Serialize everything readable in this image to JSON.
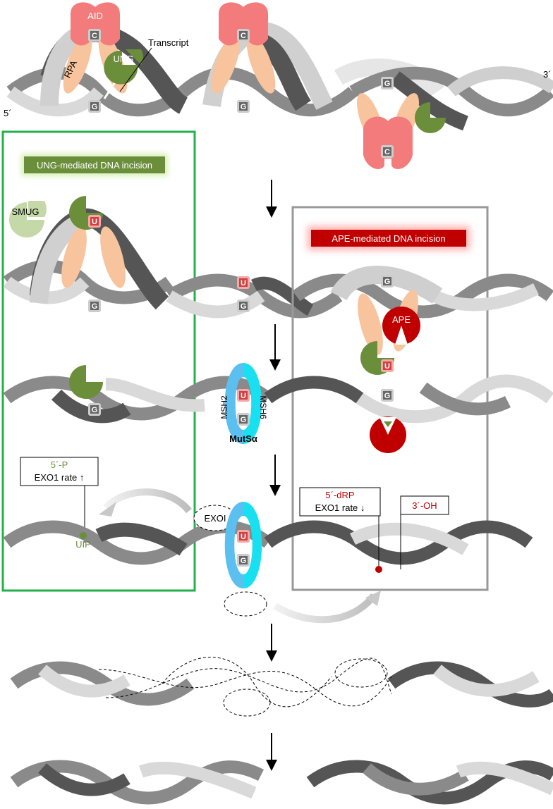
{
  "labels": {
    "aid": "AID",
    "rpa": "RPA",
    "ung": "UNG",
    "transcript": "Transcript",
    "five_prime": "5´",
    "three_prime": "3´",
    "smug": "SMUG",
    "ape": "APE",
    "msh2": "MSH2",
    "msh6": "MSH6",
    "mutsa": "MutSα",
    "exo": "EXOI",
    "uip": "UIP"
  },
  "bases": {
    "c": "C",
    "g": "G",
    "u": "U"
  },
  "boxes": {
    "ung_title": "UNG-mediated DNA incision",
    "ape_title": "APE-mediated DNA incision"
  },
  "callouts": {
    "left_line1": "5´-P",
    "left_line2": "EXO1 rate ↑",
    "right_line1": "5´-dRP",
    "right_line2": "EXO1 rate ↓",
    "oh": "3´-OH"
  },
  "colors": {
    "aid": "#f47b7b",
    "rpa": "#f8c49e",
    "ung": "#6b8e3a",
    "smug": "#c5d9a8",
    "ape": "#c00000",
    "msh2": "#5bc0f0",
    "msh6": "#19e0f0",
    "green_box": "#22b04b",
    "gray_box": "#999999"
  }
}
